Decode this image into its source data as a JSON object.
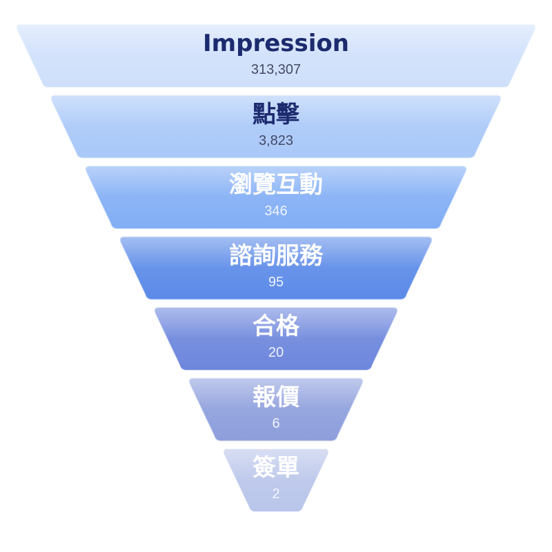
{
  "chart_data": {
    "type": "funnel",
    "stages": [
      {
        "label": "Impression",
        "value": 313307,
        "value_label": "313,307",
        "color": "#cfe0fb",
        "text_color": "#1c2a6e",
        "value_color": "#444a66"
      },
      {
        "label": "點擊",
        "value": 3823,
        "value_label": "3,823",
        "color": "#a9c8f8",
        "text_color": "#1c2a6e",
        "value_color": "#444a66"
      },
      {
        "label": "瀏覽互動",
        "value": 346,
        "value_label": "346",
        "color": "#82aef5",
        "text_color": "#ffffff",
        "value_color": "#eef3ff"
      },
      {
        "label": "諮詢服務",
        "value": 95,
        "value_label": "95",
        "color": "#5b8ae8",
        "text_color": "#ffffff",
        "value_color": "#eef3ff"
      },
      {
        "label": "合格",
        "value": 20,
        "value_label": "20",
        "color": "#6d86dc",
        "text_color": "#ffffff",
        "value_color": "#eef3ff"
      },
      {
        "label": "報價",
        "value": 6,
        "value_label": "6",
        "color": "#8d9edc",
        "text_color": "#ffffff",
        "value_color": "#eef3ff"
      },
      {
        "label": "簽單",
        "value": 2,
        "value_label": "2",
        "color": "#b9c5ea",
        "text_color": "#ffffff",
        "value_color": "#f3f6ff"
      }
    ]
  }
}
